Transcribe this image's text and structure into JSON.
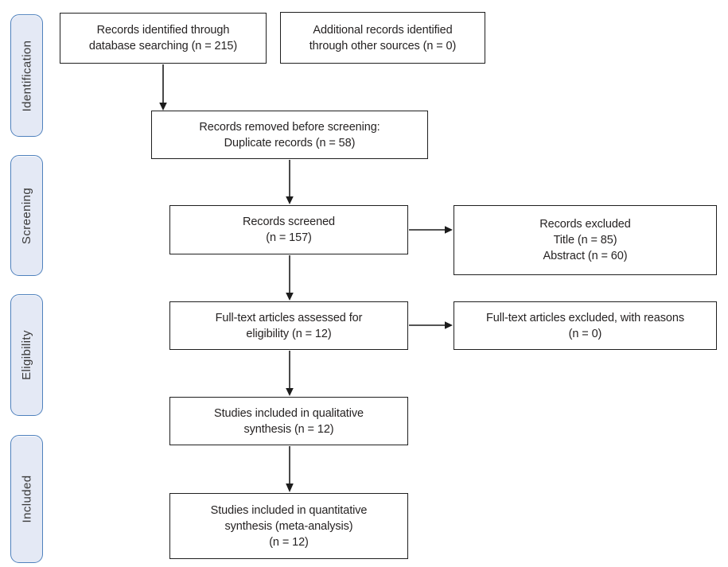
{
  "stages": [
    {
      "label": "Identification"
    },
    {
      "label": "Screening"
    },
    {
      "label": "Eligibility"
    },
    {
      "label": "Included"
    }
  ],
  "boxes": {
    "identified": "Records identified through\ndatabase searching (n = 215)",
    "additional": "Additional records identified\nthrough other sources (n = 0)",
    "removed": "Records removed before screening:\nDuplicate records (n = 58)",
    "screened": "Records screened\n(n = 157)",
    "excluded": "Records excluded\nTitle (n = 85)\nAbstract (n = 60)",
    "fulltext_assessed": "Full-text articles assessed for\neligibility (n = 12)",
    "fulltext_excluded": "Full-text articles excluded, with reasons\n(n = 0)",
    "qualitative": "Studies included in qualitative\nsynthesis (n = 12)",
    "quantitative": "Studies included in quantitative\nsynthesis (meta-analysis)\n(n = 12)"
  },
  "counts": {
    "identified": 215,
    "additional_sources": 0,
    "duplicates_removed": 58,
    "screened": 157,
    "excluded_title": 85,
    "excluded_abstract": 60,
    "fulltext_assessed": 12,
    "fulltext_excluded": 0,
    "qualitative_synthesis": 12,
    "quantitative_synthesis": 12
  },
  "colors": {
    "stage_fill": "#e4e9f5",
    "stage_border": "#4f81bd",
    "box_border": "#1f1f1f",
    "arrow": "#1c1c1c",
    "text": "#262323"
  }
}
